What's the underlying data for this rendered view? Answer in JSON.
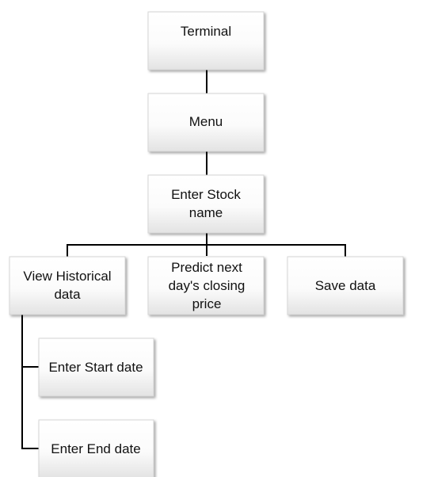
{
  "nodes": {
    "terminal": {
      "label": "Terminal"
    },
    "menu": {
      "label": "Menu"
    },
    "enter_stock": {
      "lines": [
        "Enter Stock",
        "name"
      ]
    },
    "view_historical": {
      "lines": [
        "View Historical",
        "data"
      ]
    },
    "predict": {
      "lines": [
        "Predict next",
        "day's closing",
        "price"
      ]
    },
    "save": {
      "label": "Save data"
    },
    "enter_start": {
      "label": "Enter Start date"
    },
    "enter_end": {
      "label": "Enter End date"
    }
  }
}
